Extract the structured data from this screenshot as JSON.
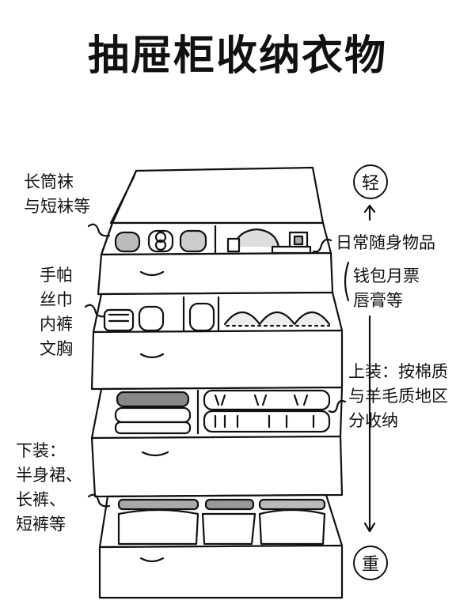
{
  "title": "抽屉柜收纳衣物",
  "labels": {
    "socks": [
      "长筒袜",
      "与短袜等"
    ],
    "daily": [
      "日常随身物品"
    ],
    "daily_sub": [
      "钱包月票",
      "唇膏等"
    ],
    "underwear": [
      "手帕",
      "丝巾",
      "内裤",
      "文胸"
    ],
    "tops": [
      "上装：按棉质",
      "与羊毛质地区",
      "分收纳"
    ],
    "bottoms": [
      "下装：",
      "半身裙、",
      "长裤、",
      "短裤等"
    ]
  },
  "scale": {
    "top": "轻",
    "bottom": "重"
  },
  "colors": {
    "line": "#111111",
    "shade": "#9a9a9a",
    "paper": "#ffffff"
  }
}
